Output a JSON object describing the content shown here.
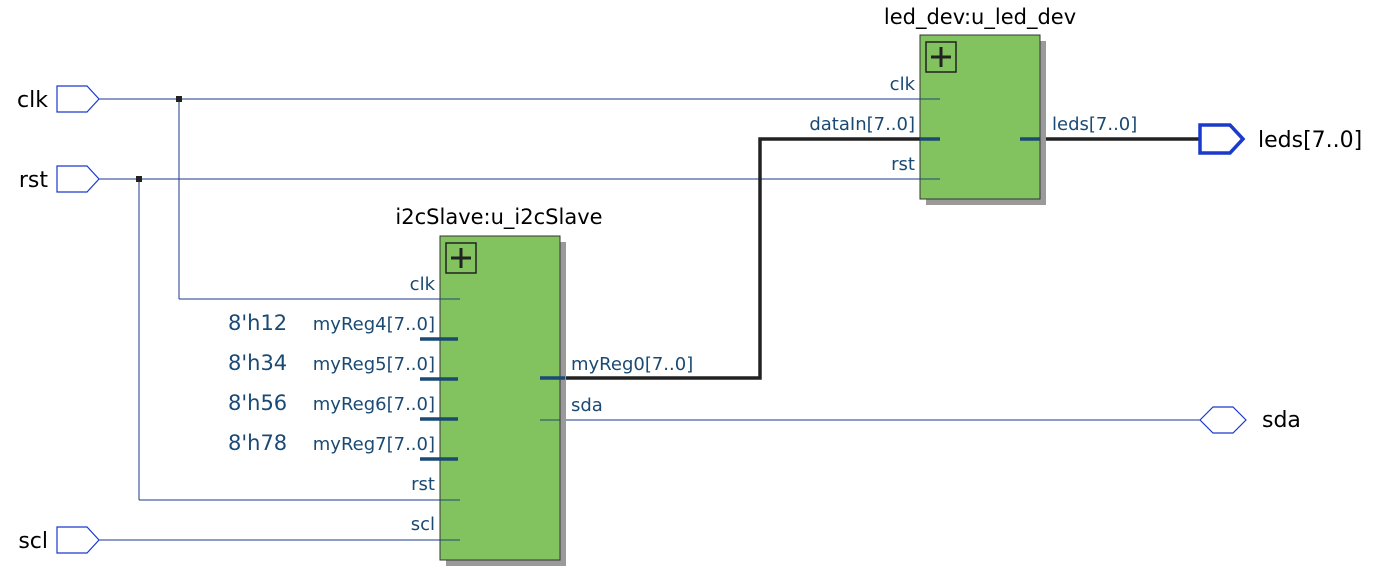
{
  "diagram": {
    "input_ports": [
      {
        "id": "clk",
        "label": "clk"
      },
      {
        "id": "rst",
        "label": "rst"
      },
      {
        "id": "scl",
        "label": "scl"
      }
    ],
    "output_ports": [
      {
        "id": "leds",
        "label": "leds[7..0]"
      }
    ],
    "bidir_ports": [
      {
        "id": "sda",
        "label": "sda"
      }
    ],
    "blocks": {
      "led_dev": {
        "title": "led_dev:u_led_dev",
        "pins": {
          "clk": "clk",
          "dataIn": "dataIn[7..0]",
          "rst": "rst",
          "leds": "leds[7..0]"
        }
      },
      "i2cSlave": {
        "title": "i2cSlave:u_i2cSlave",
        "pins": {
          "clk": "clk",
          "myReg4": "myReg4[7..0]",
          "myReg5": "myReg5[7..0]",
          "myReg6": "myReg6[7..0]",
          "myReg7": "myReg7[7..0]",
          "rst": "rst",
          "scl": "scl",
          "myReg0": "myReg0[7..0]",
          "sda": "sda"
        },
        "constants": {
          "myReg4": "8'h12",
          "myReg5": "8'h34",
          "myReg6": "8'h56",
          "myReg7": "8'h78"
        }
      }
    }
  }
}
